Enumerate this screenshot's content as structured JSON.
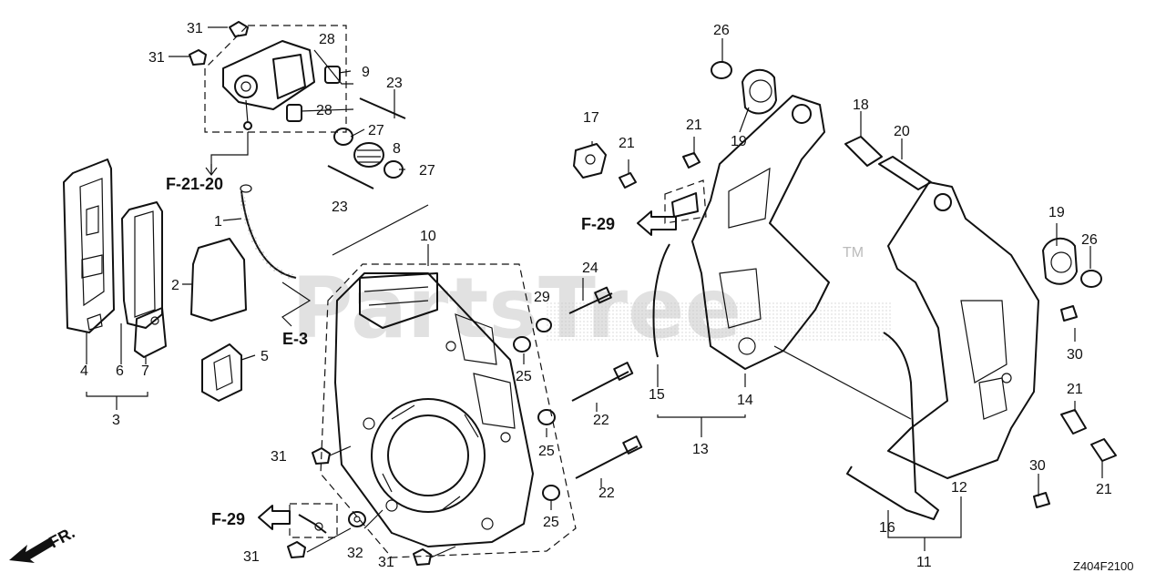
{
  "diagram": {
    "watermark": "PartsTree",
    "watermark_tm": "TM",
    "diagram_code": "Z404F2100",
    "front_label": "FR.",
    "references": {
      "f21_20": "F-21-20",
      "f29_top": "F-29",
      "f29_bottom": "F-29",
      "e3": "E-3"
    },
    "callouts": {
      "c1": "1",
      "c2": "2",
      "c3": "3",
      "c4": "4",
      "c5": "5",
      "c6": "6",
      "c7": "7",
      "c8": "8",
      "c9": "9",
      "c10": "10",
      "c11": "11",
      "c12": "12",
      "c13": "13",
      "c14": "14",
      "c15": "15",
      "c16": "16",
      "c17": "17",
      "c18": "18",
      "c19a": "19",
      "c19b": "19",
      "c20": "20",
      "c21a": "21",
      "c21b": "21",
      "c21c": "21",
      "c21d": "21",
      "c22a": "22",
      "c22b": "22",
      "c23a": "23",
      "c23b": "23",
      "c24": "24",
      "c25a": "25",
      "c25b": "25",
      "c25c": "25",
      "c26a": "26",
      "c26b": "26",
      "c27a": "27",
      "c27b": "27",
      "c28a": "28",
      "c28b": "28",
      "c29": "29",
      "c30a": "30",
      "c30b": "30",
      "c31a": "31",
      "c31b": "31",
      "c31c": "31",
      "c31d": "31",
      "c31e": "31",
      "c32": "32"
    }
  }
}
